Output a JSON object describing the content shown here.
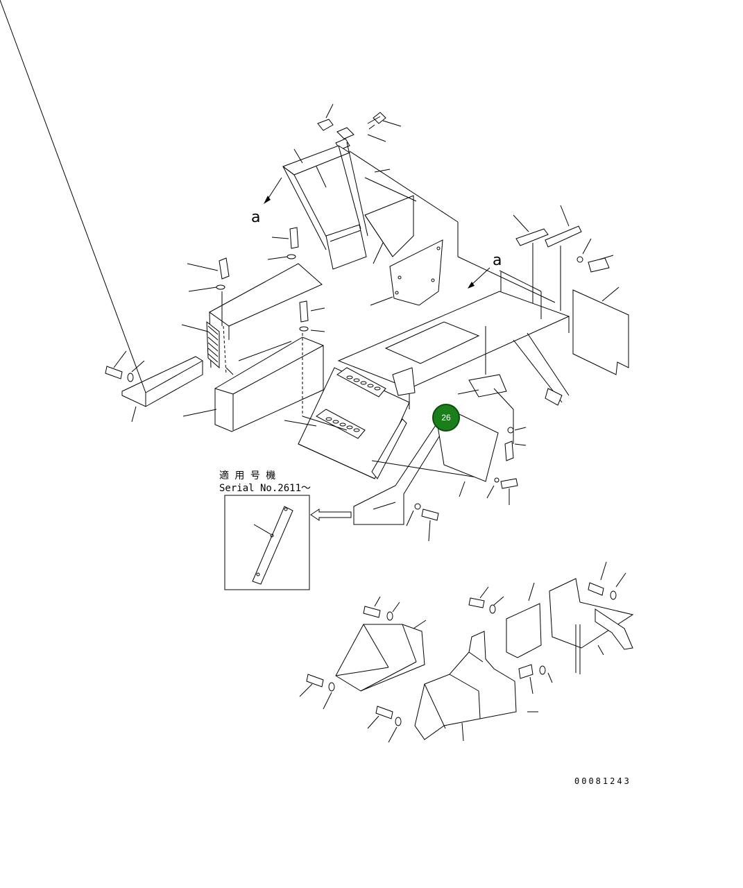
{
  "diagram": {
    "callout_letter": "a",
    "serial_note_line1": "適 用 号 機",
    "serial_note_line2": "Serial No.2611～",
    "drawing_number": "00081243",
    "hotspot": {
      "label": "26",
      "color": "#1a7f1a",
      "ring_color": "#0d4d0d"
    }
  }
}
